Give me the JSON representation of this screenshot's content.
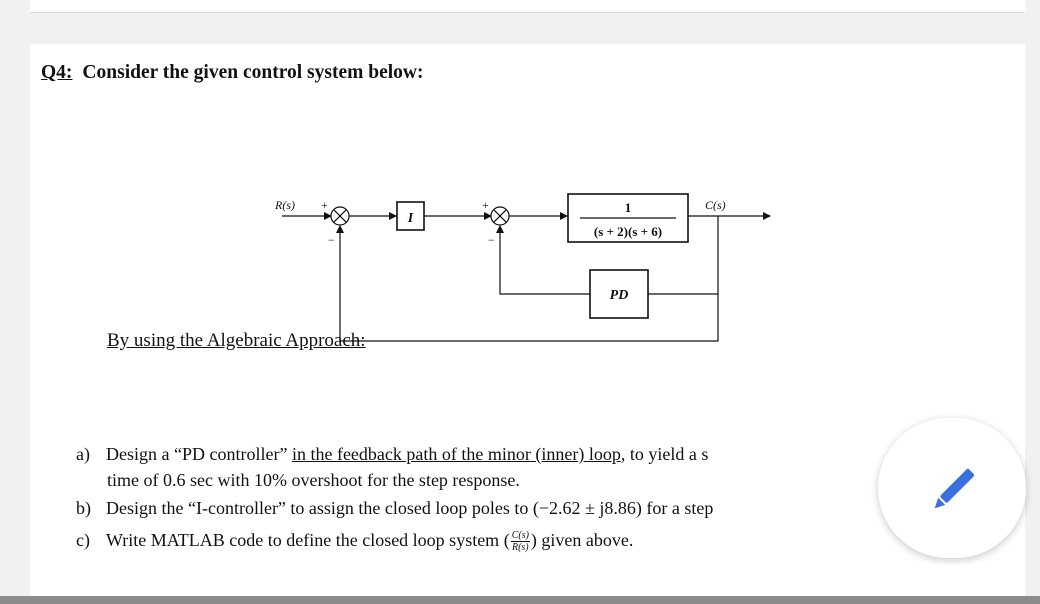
{
  "question": {
    "number": "Q4:",
    "text": "Consider the given control system below:"
  },
  "diagram": {
    "input_label": "R(s)",
    "output_label": "C(s)",
    "plus_sign": "+",
    "minus_sign": "−",
    "i_block": "I",
    "plant_numerator": "1",
    "plant_denominator": "(s + 2)(s + 6)",
    "pd_block": "PD"
  },
  "approach": "By using the Algebraic Approach:",
  "items": {
    "a": {
      "label": "a)",
      "pre": "Design a “PD controller” ",
      "underlined": "in the feedback path of the minor (inner) loop",
      "post": ", to yield a s",
      "line2": "time of 0.6 sec with 10% overshoot for the step response."
    },
    "b": {
      "label": "b)",
      "text": "Design the “I-controller” to assign the closed loop poles to (−2.62 ± j8.86) for a step"
    },
    "c": {
      "label": "c)",
      "pre": "Write MATLAB code to define the closed loop system (",
      "frac_num": "C(s)",
      "frac_den": "R(s)",
      "post": ") given above."
    }
  },
  "edit_button": {
    "icon": "pencil-icon",
    "color": "#3b6fe0"
  }
}
